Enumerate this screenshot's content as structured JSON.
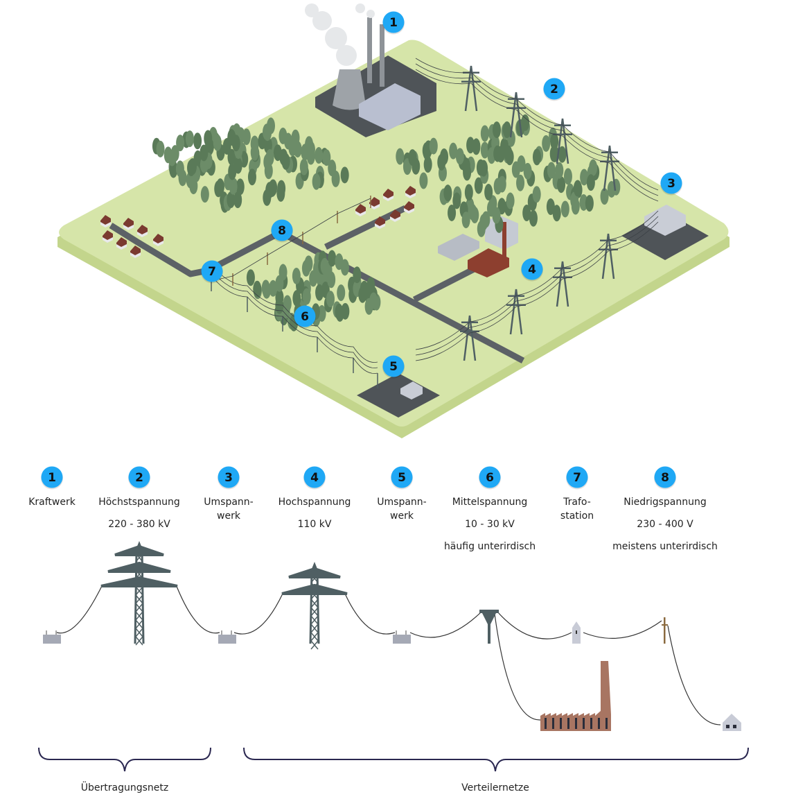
{
  "colors": {
    "badge": "#1fa8f5",
    "board": "#d6e5a9",
    "board_edge": "#c3d58c",
    "road": "#5c6166",
    "tree": "#5a7a58",
    "pylon": "#4f5f63",
    "factory": "#a87562",
    "brace": "#2a2750"
  },
  "map_badges": [
    "1",
    "2",
    "3",
    "4",
    "5",
    "6",
    "7",
    "8"
  ],
  "legend": [
    {
      "num": "1",
      "title": "Kraftwerk",
      "line2": "",
      "detail": "",
      "note": ""
    },
    {
      "num": "2",
      "title": "Höchstspannung",
      "line2": "",
      "detail": "220 - 380 kV",
      "note": ""
    },
    {
      "num": "3",
      "title": "Umspann-",
      "line2": "werk",
      "detail": "",
      "note": ""
    },
    {
      "num": "4",
      "title": "Hochspannung",
      "line2": "",
      "detail": "110 kV",
      "note": ""
    },
    {
      "num": "5",
      "title": "Umspann-",
      "line2": "werk",
      "detail": "",
      "note": ""
    },
    {
      "num": "6",
      "title": "Mittelspannung",
      "line2": "",
      "detail": "10 - 30 kV",
      "note": "häufig unterirdisch"
    },
    {
      "num": "7",
      "title": "Trafo-",
      "line2": "station",
      "detail": "",
      "note": ""
    },
    {
      "num": "8",
      "title": "Niedrigspannung",
      "line2": "",
      "detail": "230 - 400 V",
      "note": "meistens unterirdisch"
    }
  ],
  "groups": {
    "transmission": "Übertragungsnetz",
    "distribution": "Verteilernetze"
  }
}
